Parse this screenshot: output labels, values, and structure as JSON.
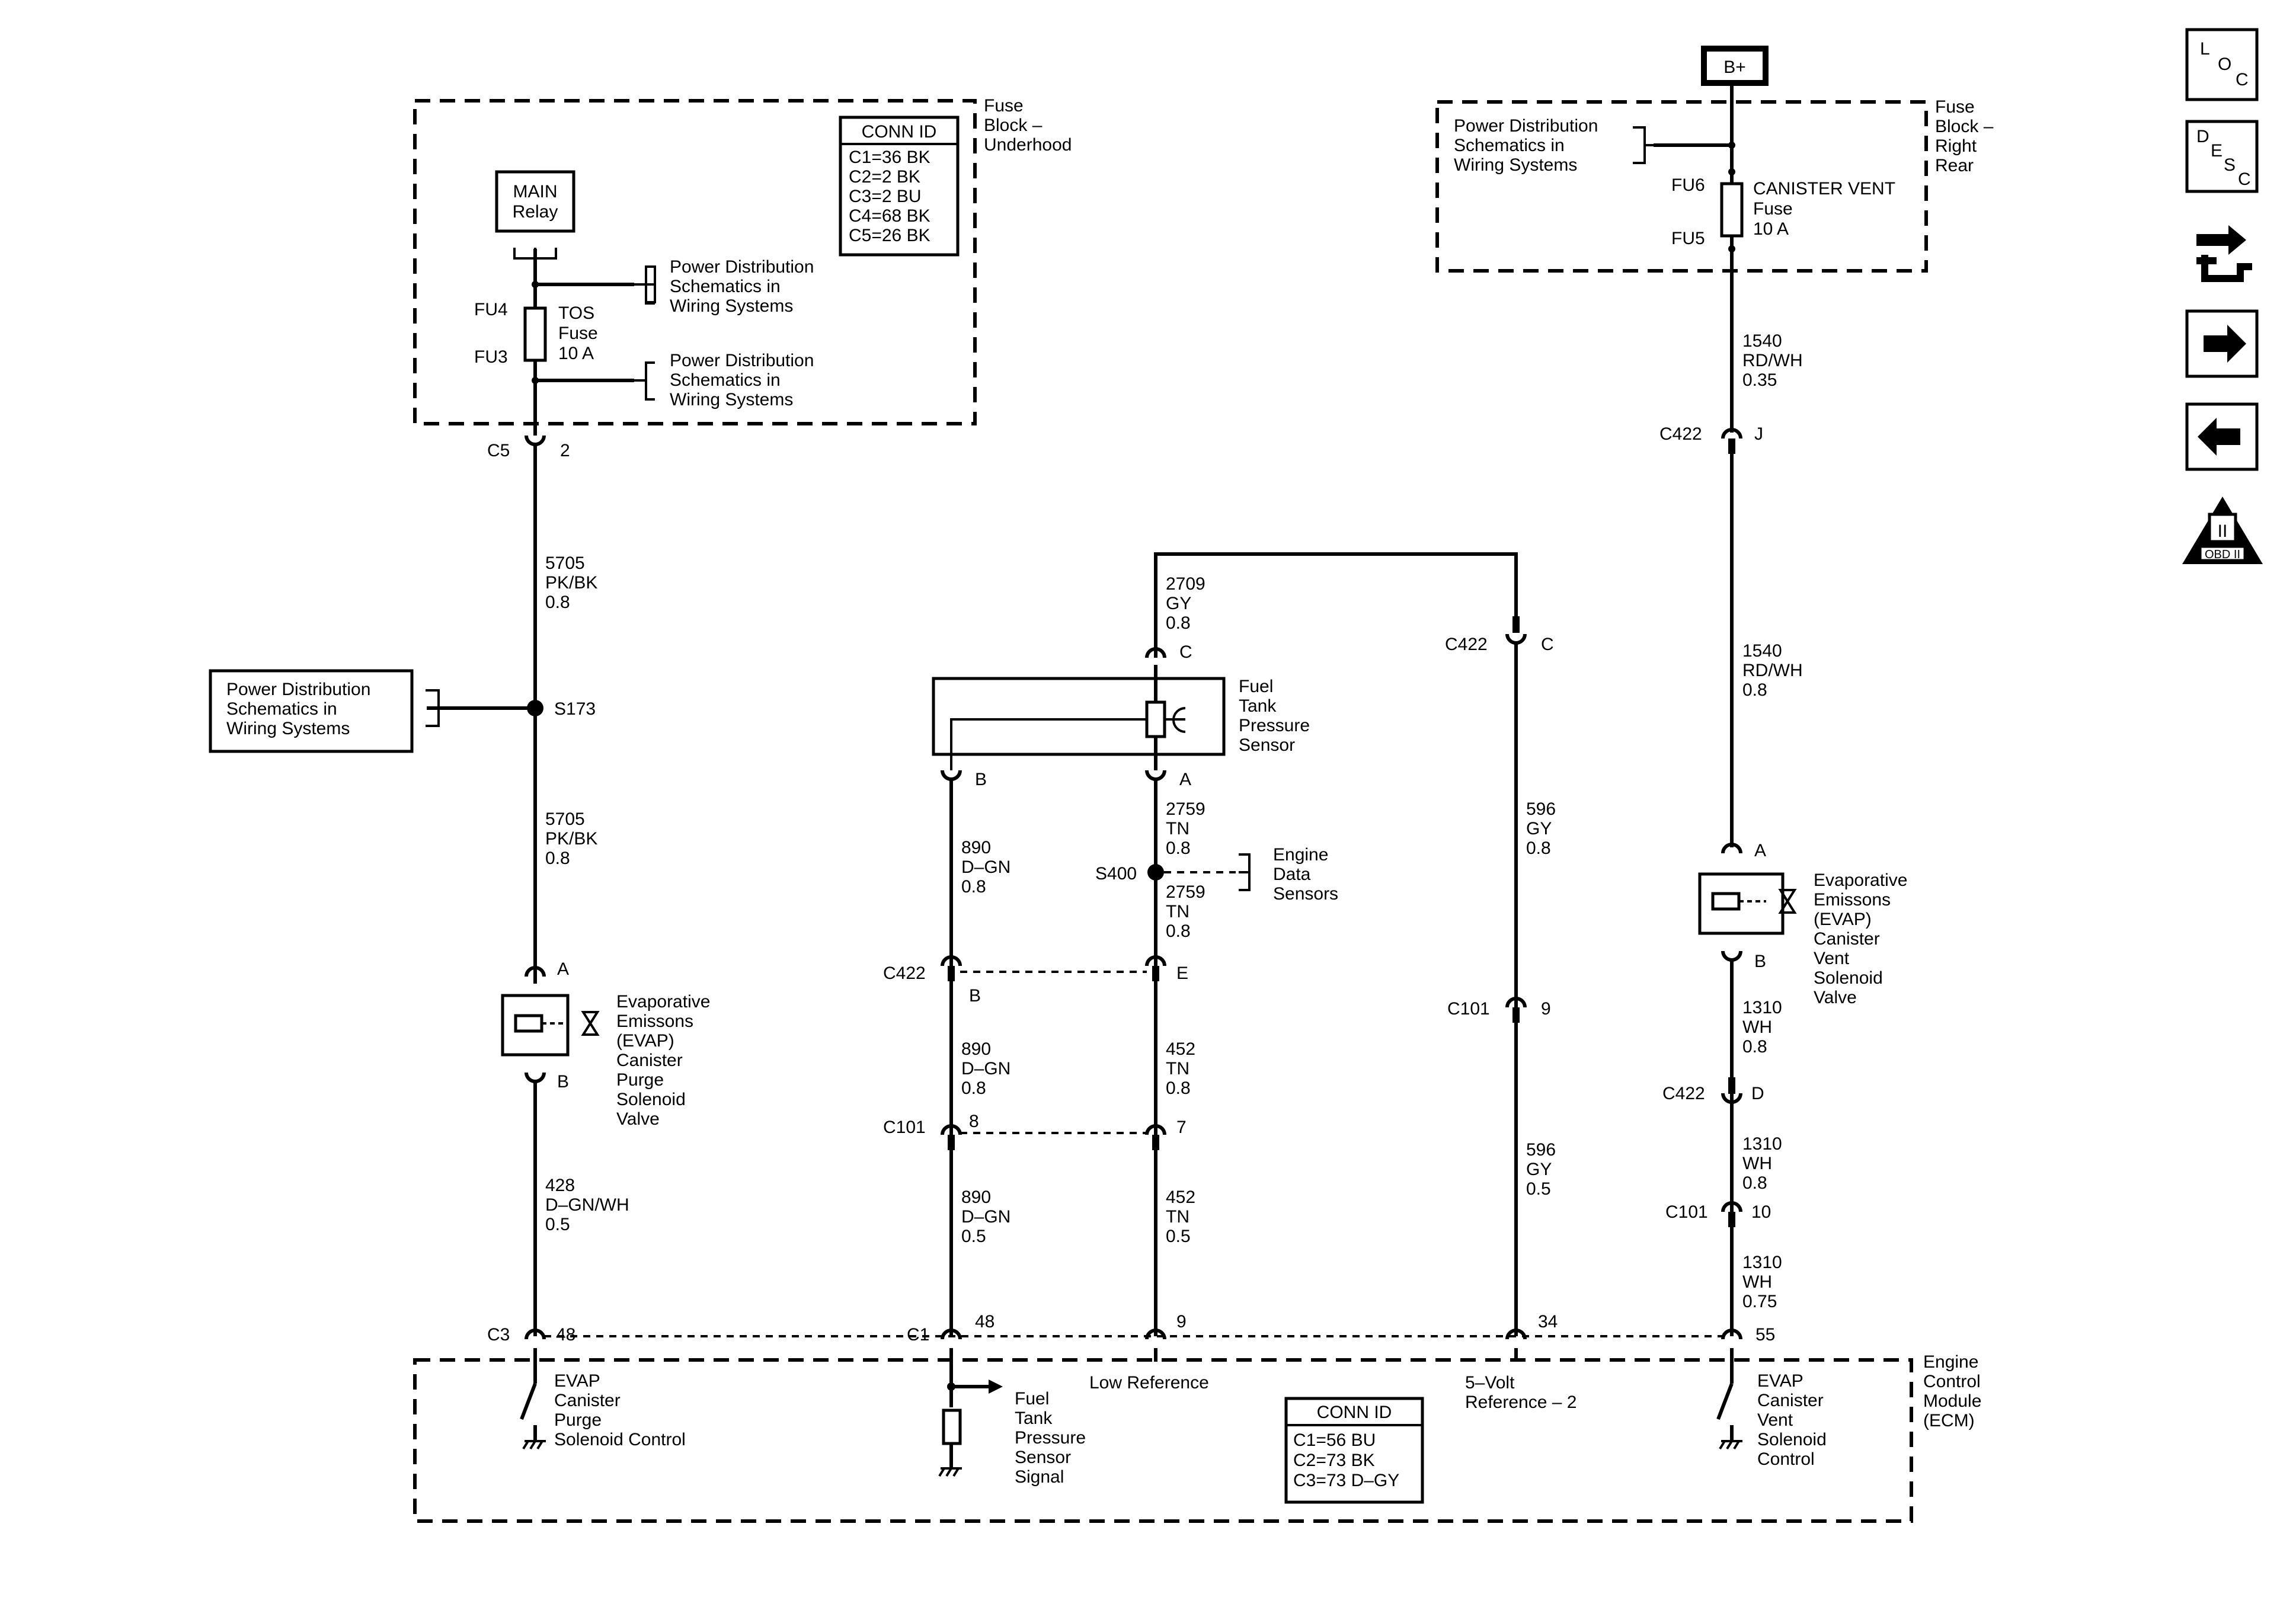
{
  "fuse_block_underhood": {
    "title": [
      "Fuse",
      "Block –",
      "Underhood"
    ],
    "conn_id": {
      "header": "CONN ID",
      "rows": [
        "C1=36 BK",
        "C2=2 BK",
        "C3=2 BU",
        "C4=68 BK",
        "C5=26 BK"
      ]
    },
    "main_relay": [
      "MAIN",
      "Relay"
    ],
    "fu4": "FU4",
    "fu3": "FU3",
    "fuse": [
      "TOS",
      "Fuse",
      "10 A"
    ],
    "pds_1": [
      "Power Distribution",
      "Schematics in",
      "Wiring Systems"
    ],
    "pds_2": [
      "Power Distribution",
      "Schematics in",
      "Wiring Systems"
    ],
    "c5": "C5",
    "c5_pin": "2"
  },
  "purge_circuit": {
    "wire_1": [
      "5705",
      "PK/BK",
      "0.8"
    ],
    "splice": "S173",
    "pds": [
      "Power Distribution",
      "Schematics in",
      "Wiring Systems"
    ],
    "wire_2": [
      "5705",
      "PK/BK",
      "0.8"
    ],
    "pin_a": "A",
    "pin_b": "B",
    "valve": [
      "Evaporative",
      "Emissons",
      "(EVAP)",
      "Canister",
      "Purge",
      "Solenoid",
      "Valve"
    ],
    "wire_3": [
      "428",
      "D–GN/WH",
      "0.5"
    ],
    "c3": "C3",
    "c3_pin": "48"
  },
  "sensor_circuit": {
    "wire_top": [
      "2709",
      "GY",
      "0.8"
    ],
    "pin_c": "C",
    "sensor": [
      "Fuel",
      "Tank",
      "Pressure",
      "Sensor"
    ],
    "pin_b": "B",
    "pin_a": "A",
    "wire_ref_1": [
      "2759",
      "TN",
      "0.8"
    ],
    "splice": "S400",
    "eng_data": [
      "Engine",
      "Data",
      "Sensors"
    ],
    "wire_ref_2": [
      "2759",
      "TN",
      "0.8"
    ],
    "wire_sig_1": [
      "890",
      "D–GN",
      "0.8"
    ],
    "c422": "C422",
    "c422_b": "B",
    "c422_e": "E",
    "wire_sig_2": [
      "890",
      "D–GN",
      "0.8"
    ],
    "wire_ref_3": [
      "452",
      "TN",
      "0.8"
    ],
    "c101": "C101",
    "c101_8": "8",
    "c101_7": "7",
    "wire_sig_3": [
      "890",
      "D–GN",
      "0.5"
    ],
    "wire_ref_4": [
      "452",
      "TN",
      "0.5"
    ],
    "c1": "C1",
    "c1_48": "48",
    "c1_9": "9"
  },
  "ref5v_circuit": {
    "c422": "C422",
    "c422_pin": "C",
    "wire_1": [
      "596",
      "GY",
      "0.8"
    ],
    "c101": "C101",
    "c101_pin": "9",
    "wire_2": [
      "596",
      "GY",
      "0.5"
    ],
    "ecm_pin": "34"
  },
  "vent_circuit": {
    "b_plus": "B+",
    "fuse_block_title": [
      "Fuse",
      "Block –",
      "Right",
      "Rear"
    ],
    "pds": [
      "Power Distribution",
      "Schematics in",
      "Wiring Systems"
    ],
    "fu6": "FU6",
    "fu5": "FU5",
    "fuse": [
      "CANISTER VENT",
      "Fuse",
      "10 A"
    ],
    "wire_1": [
      "1540",
      "RD/WH",
      "0.35"
    ],
    "c422_top": "C422",
    "c422_top_pin": "J",
    "wire_2": [
      "1540",
      "RD/WH",
      "0.8"
    ],
    "pin_a": "A",
    "valve": [
      "Evaporative",
      "Emissons",
      "(EVAP)",
      "Canister",
      "Vent",
      "Solenoid",
      "Valve"
    ],
    "pin_b": "B",
    "wire_3": [
      "1310",
      "WH",
      "0.8"
    ],
    "c422_bot": "C422",
    "c422_bot_pin": "D",
    "wire_4": [
      "1310",
      "WH",
      "0.8"
    ],
    "c101": "C101",
    "c101_pin": "10",
    "wire_5": [
      "1310",
      "WH",
      "0.75"
    ],
    "ecm_pin": "55"
  },
  "ecm": {
    "title": [
      "Engine",
      "Control",
      "Module",
      "(ECM)"
    ],
    "purge_ctrl": [
      "EVAP",
      "Canister",
      "Purge",
      "Solenoid Control"
    ],
    "ftp_signal": [
      "Fuel",
      "Tank",
      "Pressure",
      "Sensor",
      "Signal"
    ],
    "low_ref": "Low Reference",
    "ref5v": [
      "5–Volt",
      "Reference – 2"
    ],
    "vent_ctrl": [
      "EVAP",
      "Canister",
      "Vent",
      "Solenoid",
      "Control"
    ],
    "conn_id": {
      "header": "CONN ID",
      "rows": [
        "C1=56 BU",
        "C2=73 BK",
        "C3=73 D–GY"
      ]
    }
  },
  "nav": {
    "loc": [
      "L",
      "O",
      "C"
    ],
    "desc": [
      "D",
      "E",
      "S",
      "C"
    ],
    "obd": [
      "II",
      "OBD II"
    ],
    "icons": [
      "loc-icon",
      "desc-icon",
      "connector-icon",
      "next-arrow-icon",
      "back-arrow-icon",
      "obd-ii-icon"
    ]
  }
}
